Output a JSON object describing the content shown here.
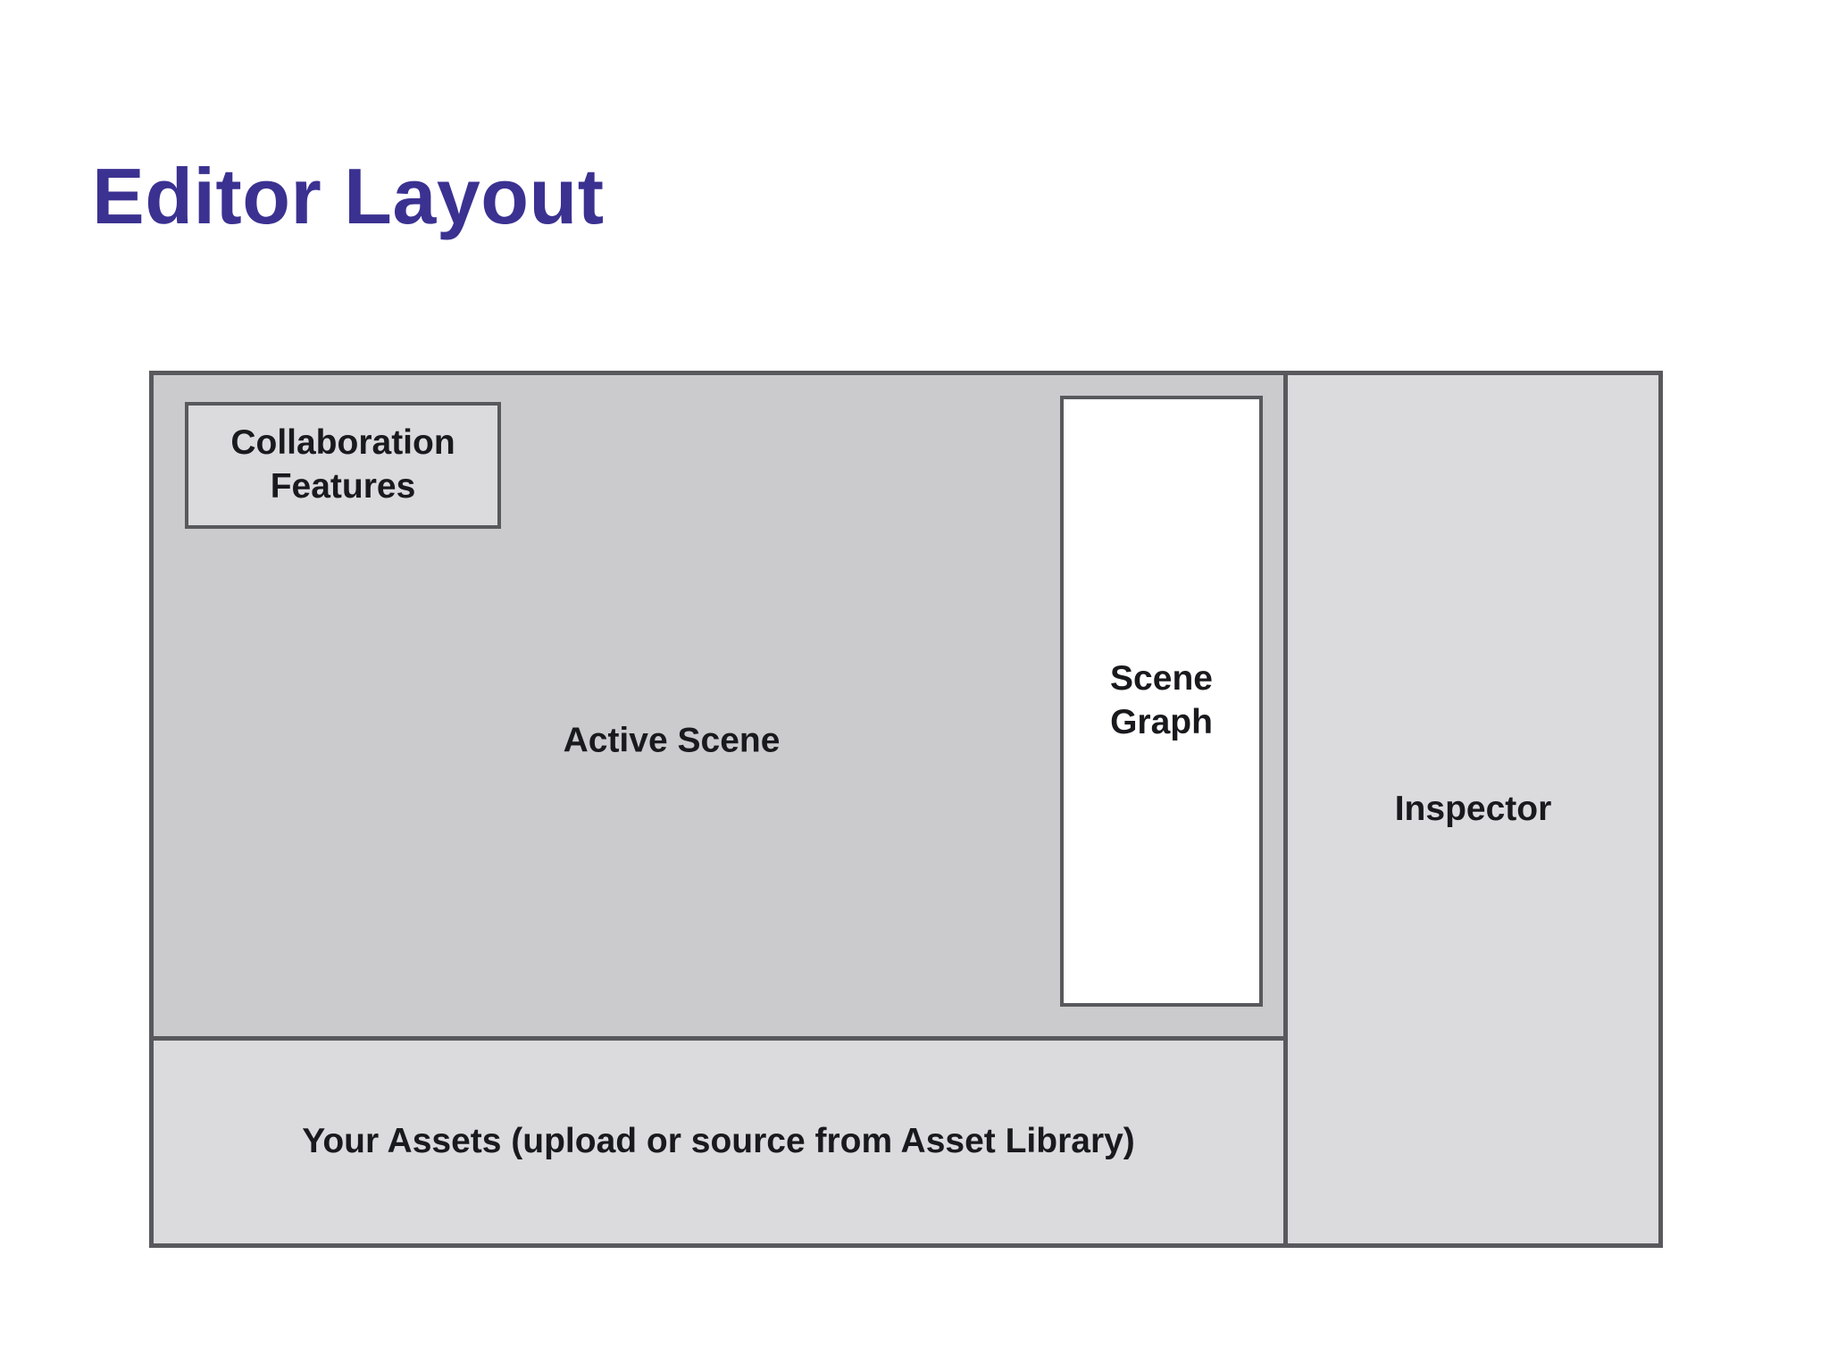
{
  "page": {
    "title": "Editor Layout",
    "background_color": "#ffffff",
    "title_color": "#3b3191"
  },
  "diagram": {
    "colors": {
      "canvas_fill": "#cbcbcd",
      "panel_fill": "#dbdbdd",
      "scene_graph_fill": "#ffffff",
      "border": "#58595c",
      "label_text": "#181a1d"
    },
    "regions": {
      "collaboration": {
        "label": "Collaboration Features"
      },
      "active_scene": {
        "label": "Active Scene"
      },
      "scene_graph": {
        "label": "Scene Graph"
      },
      "inspector": {
        "label": "Inspector"
      },
      "assets": {
        "label": "Your Assets (upload or source from Asset Library)"
      }
    }
  }
}
